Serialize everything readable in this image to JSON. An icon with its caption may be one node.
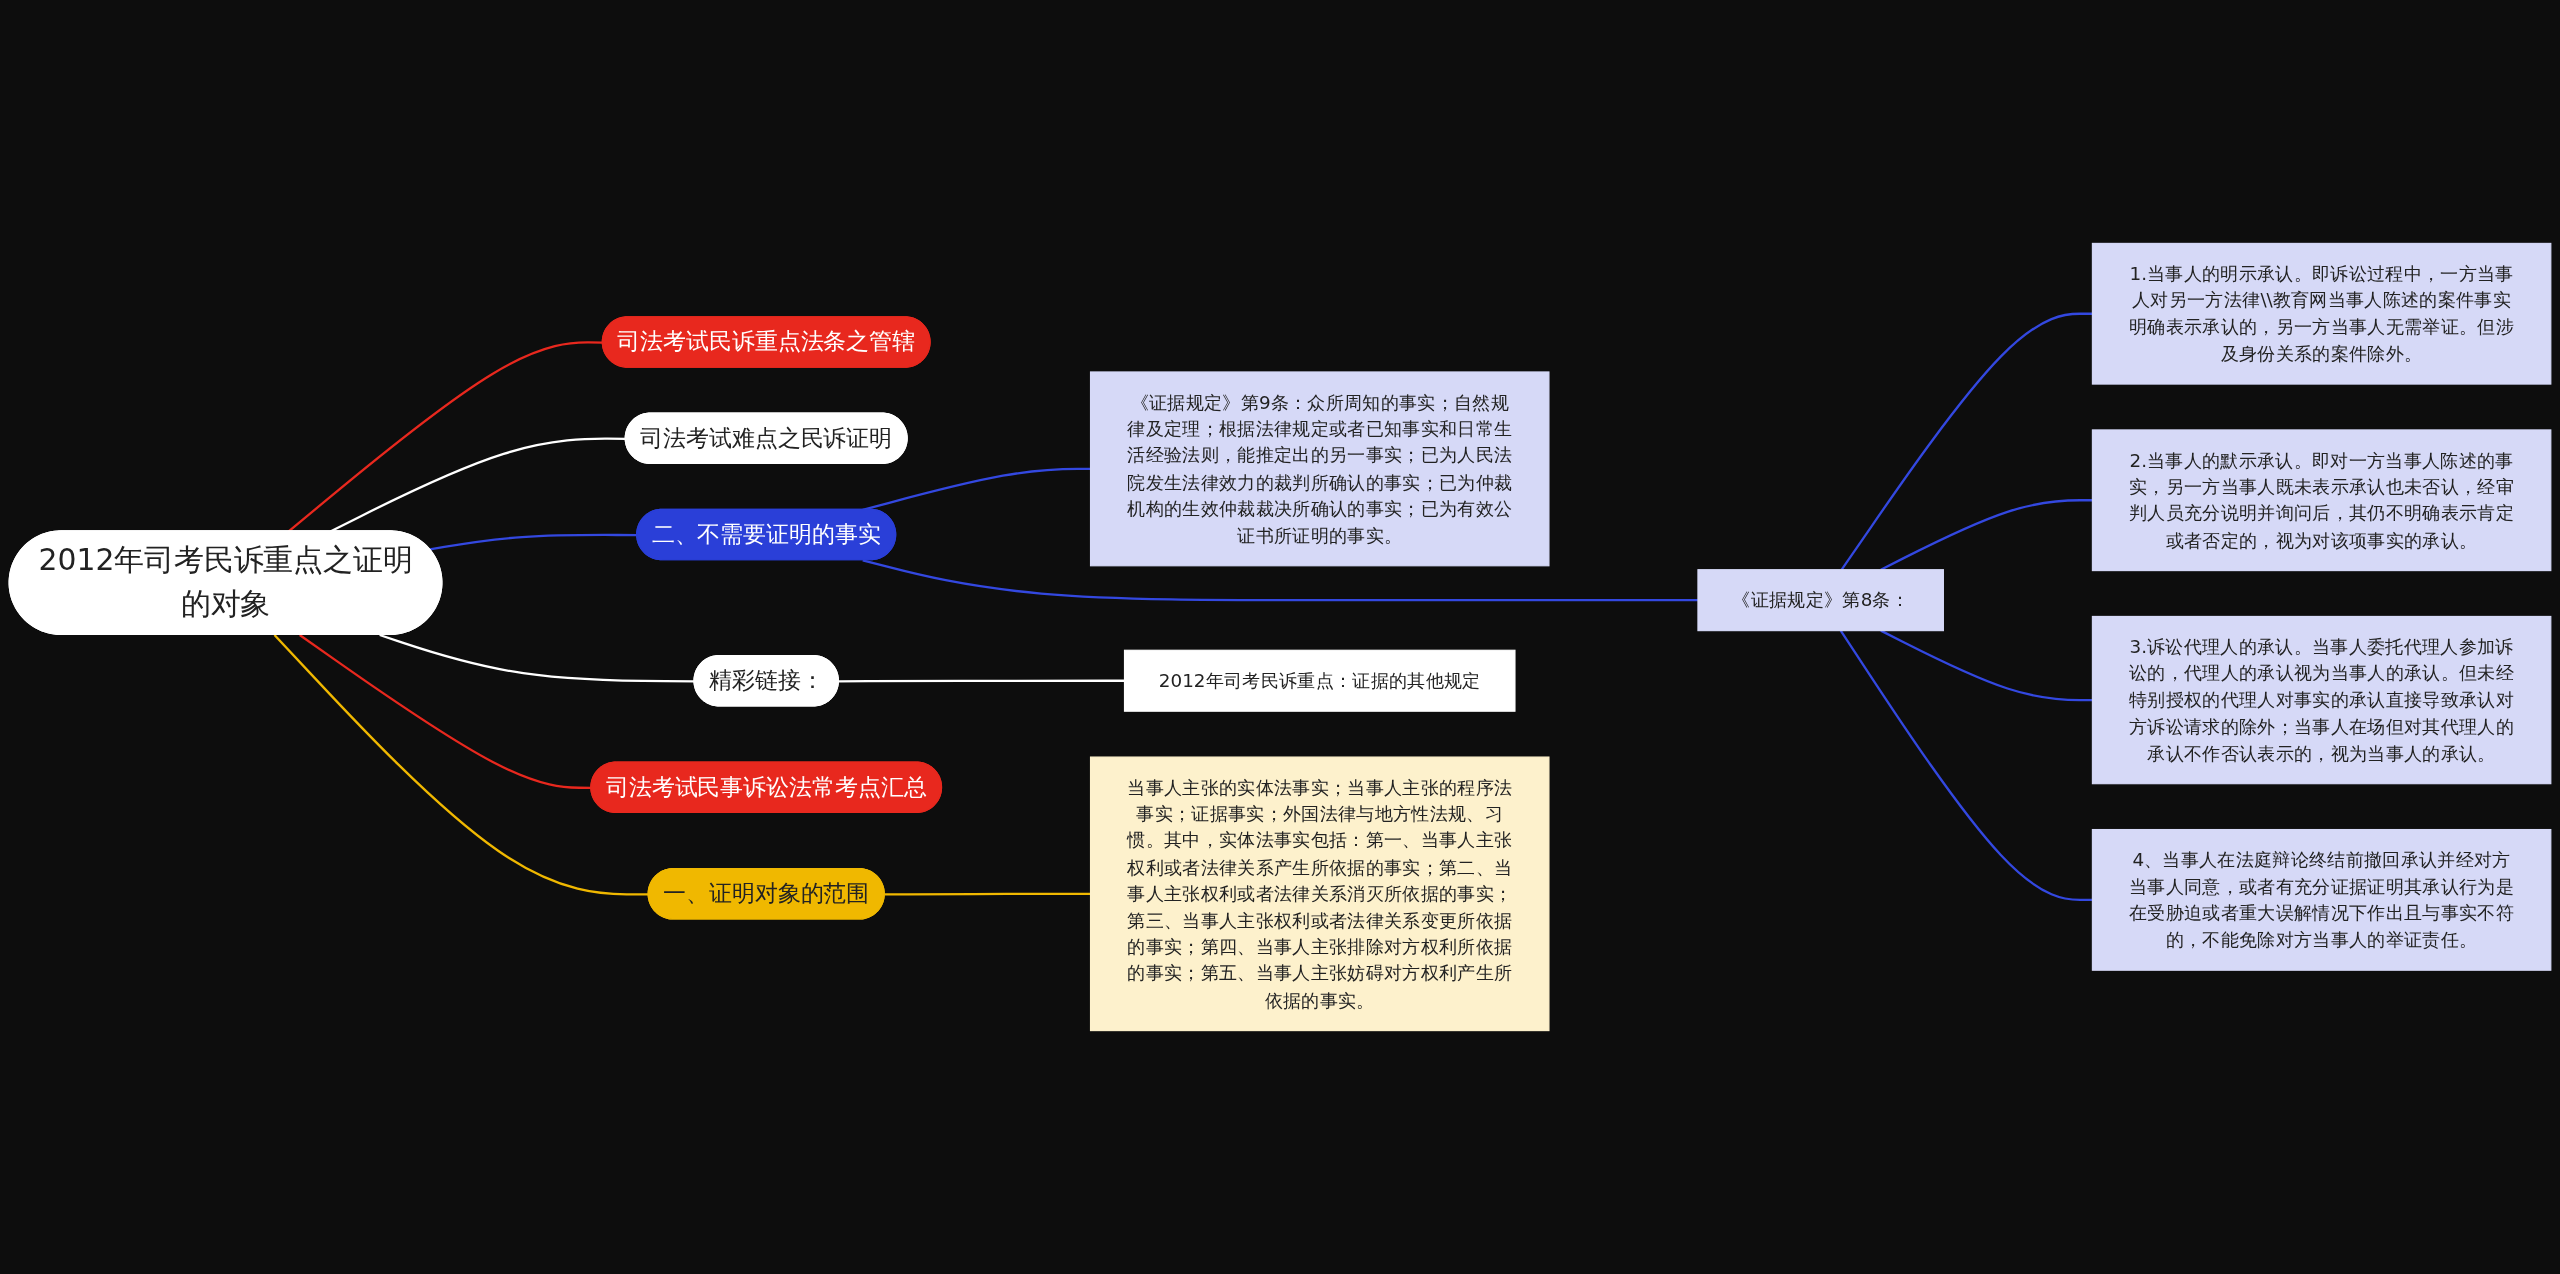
{
  "diagram": {
    "nodes": [
      {
        "text": [
          "2012年司考民诉重点之证明的对象"
        ]
      },
      {
        "text": [
          "司法考试民诉重点法条之管辖"
        ]
      },
      {
        "text": [
          "司法考试难点之民诉证明"
        ]
      },
      {
        "text": [
          "二、不需要证明的事实"
        ]
      },
      {
        "text": [
          "《证据规定》第9条：众所周知的事实；自然规律及定理；根据法律规定或者已知事实和日常生活经验法则，能推定出的另一事实；已为人民法院发生法律效力的裁判所确认的事实；已为仲裁机构的生效仲裁裁决所确认的事实；已为有效公证书所证明的事实。"
        ]
      },
      {
        "text": [
          "《证据规定》第8条："
        ]
      },
      {
        "text": [
          "1.当事人的明示承认。即诉讼过程中，一方当事人对另一方法律\\\\教育网当事人陈述的案件事实明确表示承认的，另一方当事人无需举证。但涉及身份关系的案件除外。"
        ]
      },
      {
        "text": [
          "2.当事人的默示承认。即对一方当事人陈述的事实，另一方当事人既未表示承认也未否认，经审判人员充分说明并询问后，其仍不明确表示肯定或者否定的，视为对该项事实的承认。"
        ]
      },
      {
        "text": [
          "3.诉讼代理人的承认。当事人委托代理人参加诉讼的，代理人的承认视为当事人的承认。但未经特别授权的代理人对事实的承认直接导致承认对方诉讼请求的除外；当事人在场但对其代理人的承认不作否认表示的，视为当事人的承认。"
        ]
      },
      {
        "text": [
          "4、当事人在法庭辩论终结前撤回承认并经对方当事人同意，或者有充分证据证明其承认行为是在受胁迫或者重大误解情况下作出且与事实不符的，不能免除对方当事人的举证责任。"
        ]
      },
      {
        "text": [
          "精彩链接："
        ]
      },
      {
        "text": [
          "2012年司考民诉重点：证据的其他规定"
        ]
      },
      {
        "text": [
          "司法考试民事诉讼法常考点汇总"
        ]
      },
      {
        "text": [
          "一、证明对象的范围"
        ]
      },
      {
        "text": [
          "当事人主张的实体法事实；当事人主张的程序法事实；证据事实；外国法律与地方性法规、习惯。其中，实体法事实包括：第一、当事人主张权利或者法律关系产生所依据的事实；第二、当事人主张权利或者法律关系消灭所依据的事实；第三、当事人主张权利或者法律关系变更所依据的事实；第四、当事人主张排除对方权利所依据的事实；第五、当事人主张妨碍对方权利产生所依据的事实。"
        ]
      }
    ],
    "edges": [
      {
        "from": 0,
        "to": 1,
        "arrow": "none",
        "color": "#e8281e"
      },
      {
        "from": 0,
        "to": 2,
        "arrow": "none",
        "color": "#ffffff"
      },
      {
        "from": 0,
        "to": 3,
        "arrow": "none"
      },
      {
        "from": 3,
        "to": 4,
        "arrow": "none"
      },
      {
        "from": 3,
        "to": 5,
        "arrow": "none"
      },
      {
        "from": 5,
        "to": 6,
        "arrow": "none"
      },
      {
        "from": 5,
        "to": 7,
        "arrow": "none"
      },
      {
        "from": 5,
        "to": 8,
        "arrow": "none"
      },
      {
        "from": 5,
        "to": 9,
        "arrow": "none"
      },
      {
        "from": 0,
        "to": 10,
        "arrow": "none",
        "color": "#ffffff"
      },
      {
        "from": 10,
        "to": 11,
        "arrow": "none",
        "color": "#ffffff"
      },
      {
        "from": 0,
        "to": 12,
        "arrow": "none",
        "color": "#e8281e"
      },
      {
        "from": 0,
        "to": 13,
        "arrow": "none",
        "color": "#f0b800"
      },
      {
        "from": 13,
        "to": 14,
        "arrow": "none",
        "color": "#f0b800"
      }
    ]
  }
}
